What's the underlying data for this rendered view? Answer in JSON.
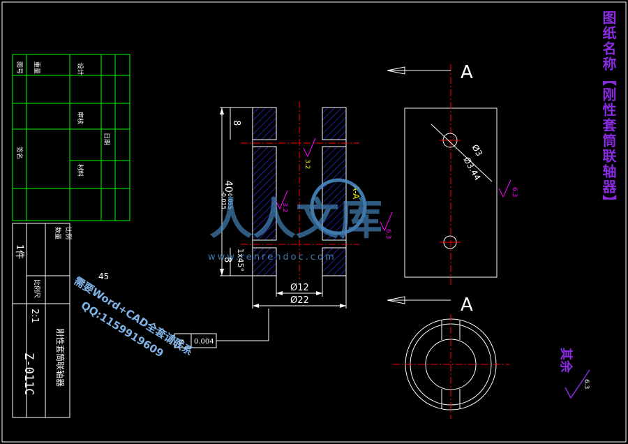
{
  "colors": {
    "background": "#000000",
    "outline": "#ffffff",
    "table": "#00ff00",
    "hatch": "#3333ff",
    "centerline": "#ff0000",
    "dimension": "#ffffff",
    "annotation": "#ffff00",
    "roughness": "#ff00ff",
    "title_side": "#8a2be2",
    "watermark": "#4a90c8"
  },
  "side_title": "图纸名称【刚性套筒联轴器】",
  "section_marks": {
    "top": "A",
    "bottom": "A",
    "section_label": "A-A"
  },
  "dimensions": {
    "top_length": "8",
    "bottom_length": "8",
    "total_length": "40",
    "tol_upper": "-0.015",
    "tol_lower": "-0.055",
    "chamfer": "1x45°",
    "bore_dia": "Ø12",
    "outer_dia": "Ø22",
    "hole_dia": "Ø3",
    "hole_dia2": "Ø3.44"
  },
  "roughness": {
    "r1": "3.2",
    "r2": "3.2",
    "r3": "6.3",
    "r4": "6.3",
    "general": "6.3",
    "general_label": "其余"
  },
  "tolerance_frame": {
    "symbol": "⌀",
    "value": "0.004"
  },
  "title_block": {
    "labels": [
      "设计",
      "审核",
      "日期",
      "材料",
      "数量",
      "比例",
      "图号",
      "签名",
      "重量",
      "比例尺"
    ],
    "material": "45",
    "quantity": "1件",
    "scale": "2:1",
    "drawing_no": "Z-011C",
    "part_name": "刚性套筒联轴器"
  },
  "watermark": {
    "logo": "人人文库",
    "url": "www.renrendoc.com",
    "promo_lines": [
      "需要Word+CAD全套请联系",
      "QQ:1159919609"
    ]
  }
}
